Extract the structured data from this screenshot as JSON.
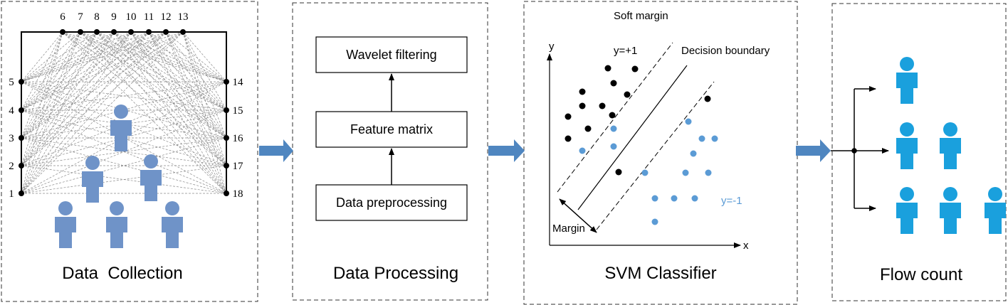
{
  "panels": {
    "collection": {
      "title": "Data  Collection"
    },
    "processing": {
      "title": "Data Processing",
      "steps": [
        "Wavelet filtering",
        "Feature matrix",
        "Data preprocessing"
      ]
    },
    "svm": {
      "title": "SVM Classifier",
      "soft_margin": "Soft margin",
      "decision_boundary": "Decision boundary",
      "pos_label": "y=+1",
      "neg_label": "y=-1",
      "margin_label": "Margin",
      "x_label": "x",
      "y_label": "y"
    },
    "flow": {
      "title": "Flow count",
      "rows": [
        1,
        2,
        3
      ]
    }
  },
  "nodes": {
    "top": [
      "6",
      "7",
      "8",
      "9",
      "10",
      "11",
      "12",
      "13"
    ],
    "left": [
      "5",
      "4",
      "3",
      "2",
      "1"
    ],
    "right": [
      "14",
      "15",
      "16",
      "17",
      "18"
    ]
  },
  "colors": {
    "person_collection": "#6f93c8",
    "person_flow": "#1aa0dd",
    "arrow": "#4f86c0",
    "neg_points": "#5b9bd5",
    "pos_points": "#000000"
  }
}
